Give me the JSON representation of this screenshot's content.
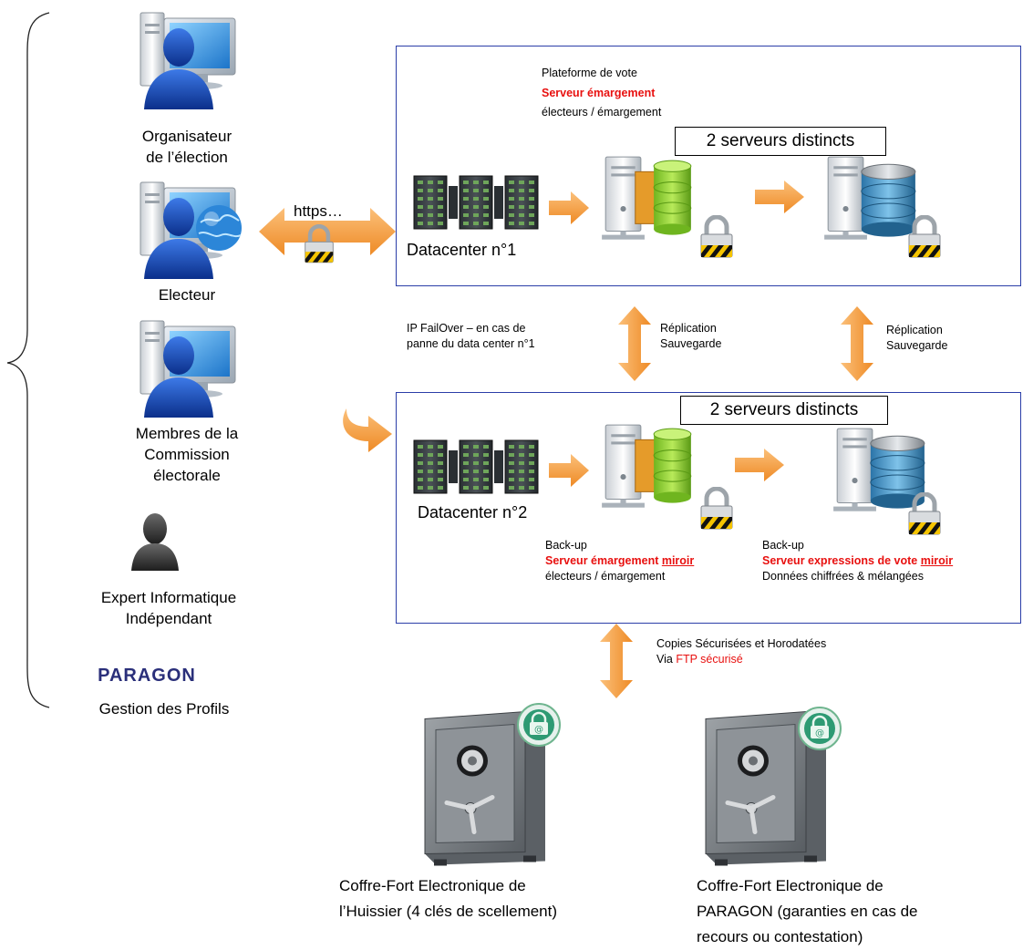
{
  "actors": {
    "organisateur": [
      "Organisateur",
      "de l’élection"
    ],
    "electeur": [
      "Electeur"
    ],
    "commission": [
      "Membres de la",
      "Commission",
      "électorale"
    ],
    "expert": [
      "Expert Informatique",
      "Indépendant"
    ],
    "paragon_logo": "PARAGON",
    "gestion": "Gestion des Profils"
  },
  "https_label": "https…",
  "dc1": {
    "name": "Datacenter n°1",
    "platform": "Plateforme de vote",
    "server": "Serveur émargement",
    "server_desc": "électeurs / émargement",
    "distinct": "2 serveurs distincts"
  },
  "failover": [
    "IP FailOver – en cas de",
    "panne du data center n°1"
  ],
  "replication": [
    "Réplication",
    "Sauvegarde"
  ],
  "dc2": {
    "name": "Datacenter n°2",
    "distinct": "2 serveurs distincts",
    "left": {
      "backup": "Back-up",
      "server_a": "Serveur émargement ",
      "server_b": "miroir",
      "desc": "électeurs / émargement"
    },
    "right": {
      "backup": "Back-up",
      "server_a": "Serveur expressions de vote ",
      "server_b": "miroir",
      "desc": "Données chiffrées & mélangées"
    }
  },
  "copies": {
    "line1": "Copies Sécurisées et Horodatées",
    "via": "Via ",
    "ftp": "FTP sécurisé"
  },
  "safes": {
    "huissier": [
      "Coffre-Fort Electronique de",
      "l’Huissier (4 clés de scellement)"
    ],
    "paragon": [
      "Coffre-Fort Electronique de",
      "PARAGON (garanties en cas de",
      "recours ou contestation)"
    ]
  },
  "colors": {
    "frame": "#2b3ea8",
    "arrow": "#f39a3a",
    "accent_red": "#e8100f",
    "person": "#1346b8"
  }
}
